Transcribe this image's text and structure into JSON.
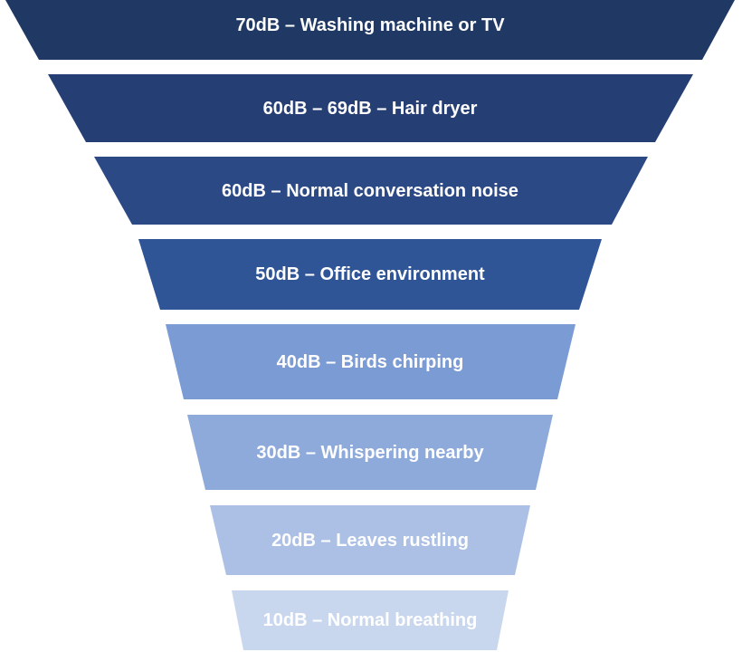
{
  "levels": [
    {
      "label": "70dB – Washing machine or TV",
      "color": "#1F3864"
    },
    {
      "label": "60dB – 69dB – Hair dryer",
      "color": "#253F74"
    },
    {
      "label": "60dB – Normal conversation noise",
      "color": "#2B4984"
    },
    {
      "label": "50dB – Office environment",
      "color": "#2F5597"
    },
    {
      "label": "40dB – Birds chirping",
      "color": "#7B9BD5"
    },
    {
      "label": "30dB – Whispering nearby",
      "color": "#8EAADB"
    },
    {
      "label": "20dB – Leaves rustling",
      "color": "#ABC0E4"
    },
    {
      "label": "10dB – Normal breathing",
      "color": "#C9D7EE"
    }
  ]
}
